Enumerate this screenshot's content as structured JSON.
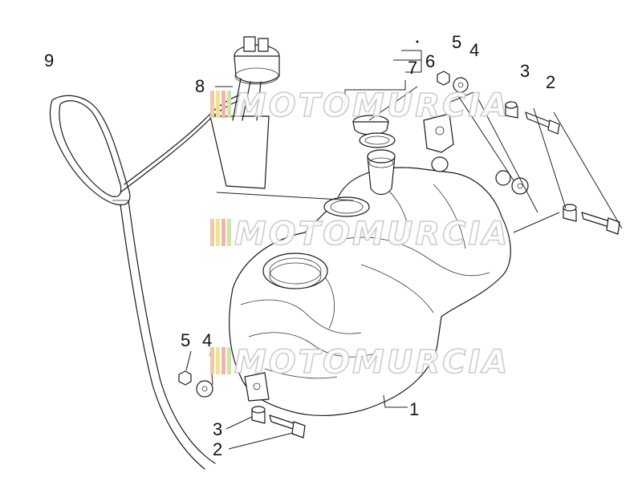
{
  "diagram": {
    "watermark_text": "MOTOMURCIA",
    "watermark_stripes": [
      "#f2c9a8",
      "#f6e08a",
      "#f4b3a8",
      "#cfe3a4"
    ],
    "callouts": {
      "c9": "9",
      "c8": "8",
      "c7": "7",
      "c6": "6",
      "c5_top": "5",
      "c4_top": "4",
      "c3_top": "3",
      "c2_top": "2",
      "c5_bottom": "5",
      "c4_bottom": "4",
      "c3_bottom": "3",
      "c2_bottom": "2",
      "c1": "1"
    }
  }
}
